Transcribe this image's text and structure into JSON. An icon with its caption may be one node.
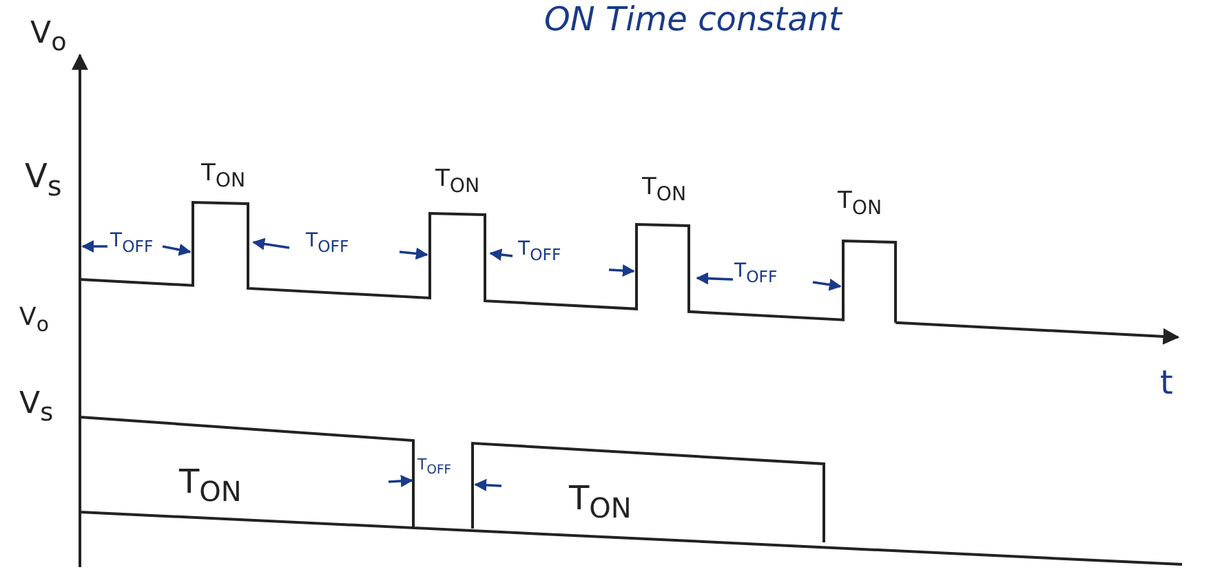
{
  "diagram": {
    "title": "ON Time constant",
    "labels": [
      "V$_{o}$",
      "V$_{s}$",
      "T$_{ON}$",
      "T$_{ON}$",
      "T$_{ON}$",
      "T$_{ON}$",
      "T$_{OFF}$",
      "T$_{OFF}$",
      "T$_{OFF}$",
      "T$_{OFF}$",
      "V$_{o}$",
      "t",
      "V$_{s}$",
      "T$_{ON}$",
      "T$_{OFF}$",
      "T$_{ON}$"
    ]
  }
}
